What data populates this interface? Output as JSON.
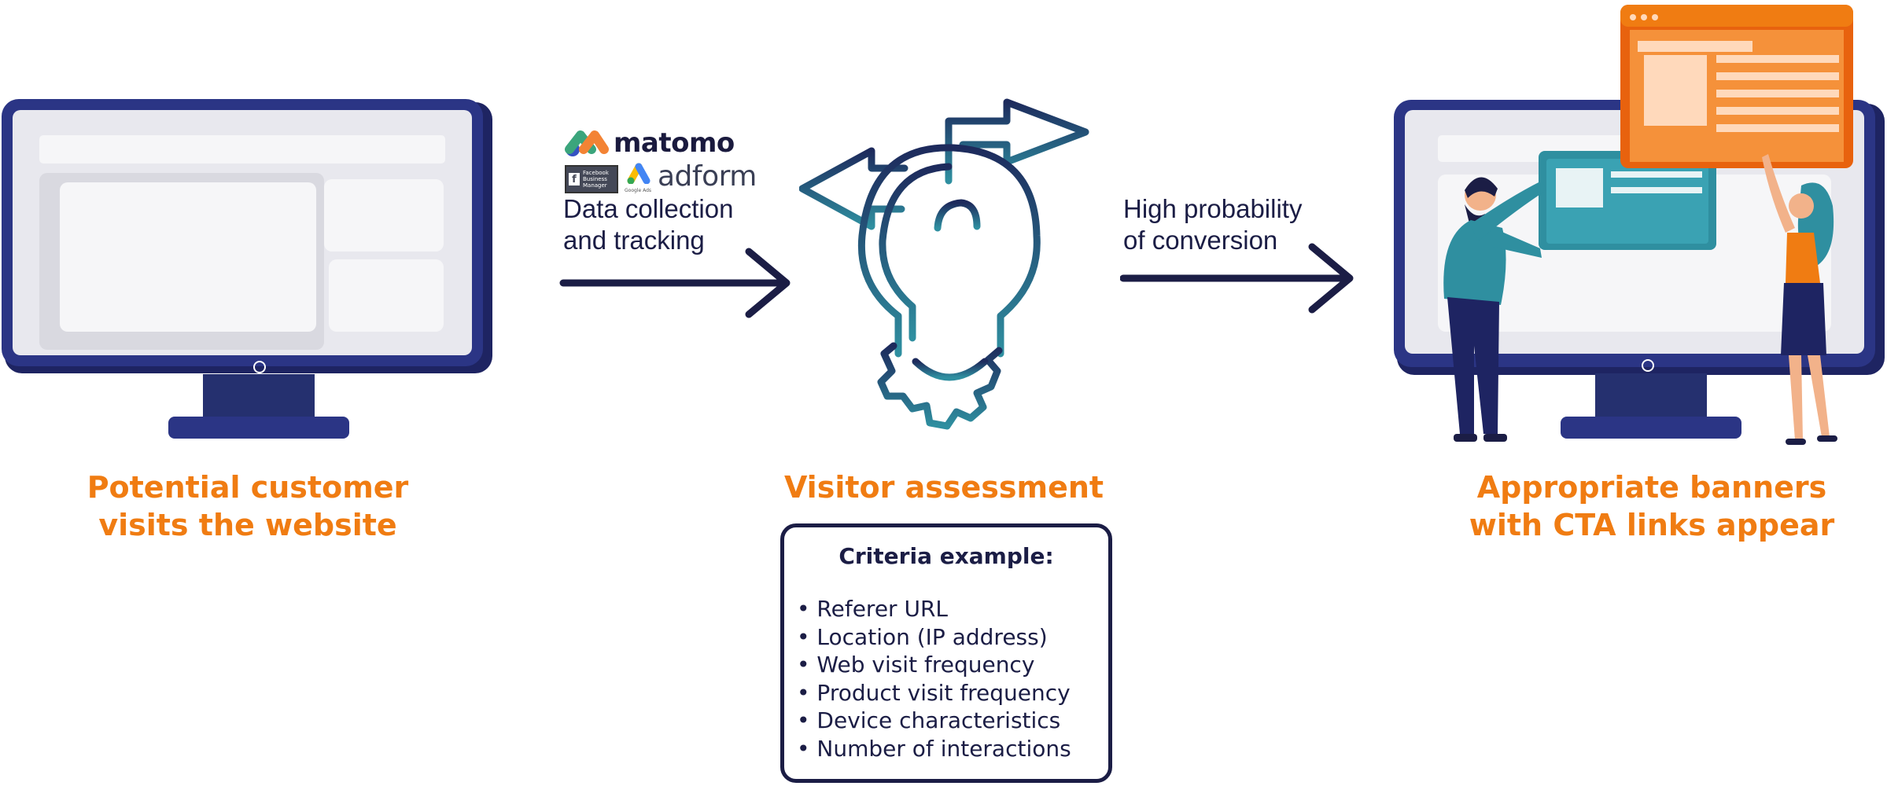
{
  "logos": {
    "matomo": "matomo",
    "facebook_lines": [
      "Facebook",
      "Business",
      "Manager"
    ],
    "google_ads": "Google Ads",
    "adform": "adform"
  },
  "flow": {
    "left_label_lines": [
      "Data collection",
      "and tracking"
    ],
    "right_label_lines": [
      "High probability",
      "of conversion"
    ]
  },
  "stages": [
    {
      "title_lines": [
        "Potential customer",
        "visits the website"
      ]
    },
    {
      "title_lines": [
        "Visitor assessment"
      ]
    },
    {
      "title_lines": [
        "Appropriate banners",
        "with CTA links appear"
      ]
    }
  ],
  "criteria": {
    "heading": "Criteria example:",
    "items": [
      "Referer URL",
      "Location (IP address)",
      "Web visit frequency",
      "Product visit frequency",
      "Device characteristics",
      "Number of interactions"
    ]
  },
  "colors": {
    "accent_orange": "#f07c12",
    "navy": "#1b1d45",
    "teal": "#2f8fa0",
    "monitor_blue": "#26307a"
  }
}
